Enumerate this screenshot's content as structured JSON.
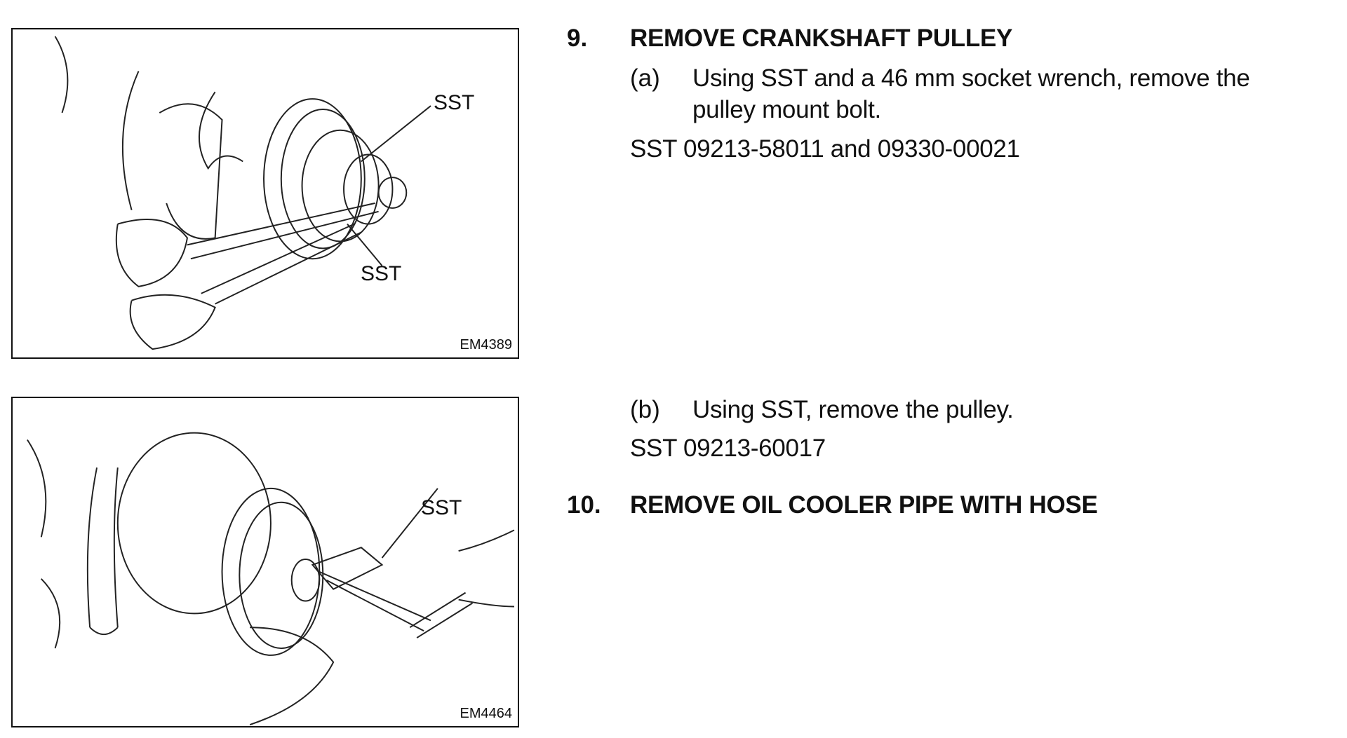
{
  "figures": [
    {
      "code": "EM4389",
      "callouts": [
        "SST",
        "SST"
      ]
    },
    {
      "code": "EM4464",
      "callouts": [
        "SST"
      ]
    }
  ],
  "steps": [
    {
      "number": "9.",
      "title": "REMOVE CRANKSHAFT PULLEY",
      "substeps": [
        {
          "label": "(a)",
          "lines": [
            "Using SST and a 46 mm socket wrench, remove the",
            "pulley mount bolt."
          ],
          "sst": "SST 09213-58011 and 09330-00021"
        },
        {
          "label": "(b)",
          "lines": [
            "Using SST, remove the pulley."
          ],
          "sst": "SST 09213-60017"
        }
      ]
    },
    {
      "number": "10.",
      "title": "REMOVE OIL COOLER PIPE WITH HOSE"
    }
  ]
}
